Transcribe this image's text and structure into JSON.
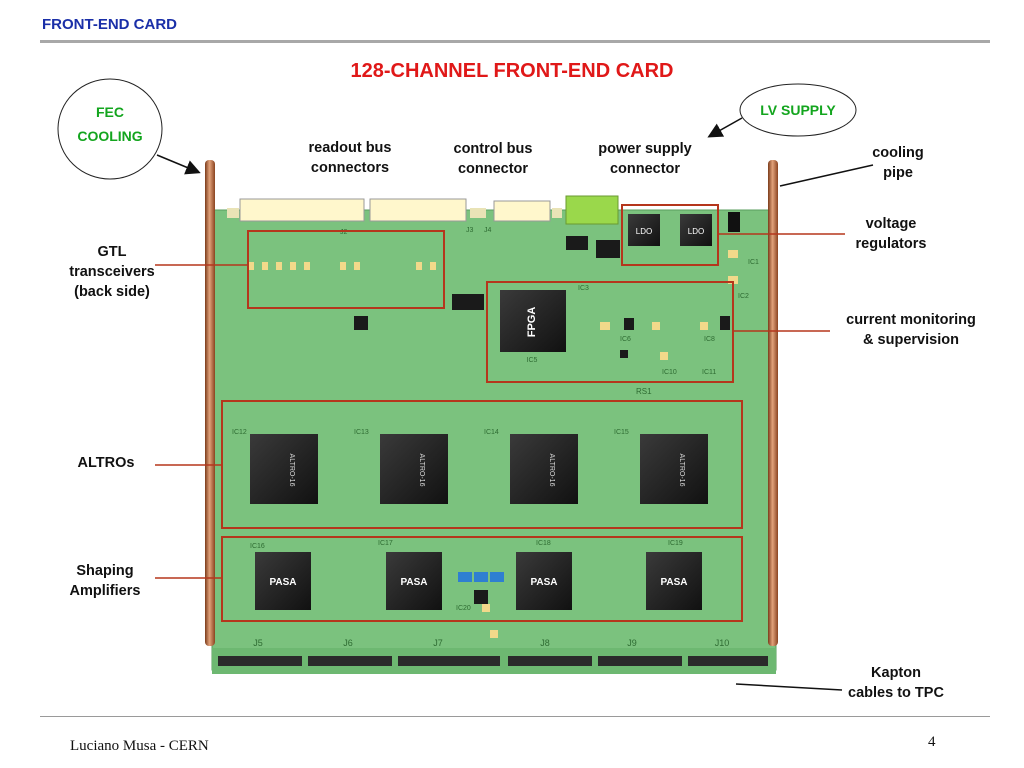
{
  "header": {
    "title": "FRONT-END CARD"
  },
  "slide": {
    "title": "128-CHANNEL FRONT-END CARD"
  },
  "callouts": {
    "fec_cooling": [
      "FEC",
      "COOLING"
    ],
    "lv_supply": "LV SUPPLY",
    "readout_bus": [
      "readout bus",
      "connectors"
    ],
    "control_bus": [
      "control bus",
      "connector"
    ],
    "power_supply": [
      "power supply",
      "connector"
    ],
    "cooling_pipe": [
      "cooling",
      "pipe"
    ],
    "voltage_regulators": [
      "voltage",
      "regulators"
    ],
    "gtl": [
      "GTL",
      "transceivers",
      "(back side)"
    ],
    "current_monitoring": [
      "current monitoring",
      "& supervision"
    ],
    "altros": "ALTROs",
    "shaping": [
      "Shaping",
      "Amplifiers"
    ],
    "kapton": [
      "Kapton",
      "cables to TPC"
    ]
  },
  "board": {
    "fpga_label": "FPGA",
    "fpga_ref": "IC5",
    "ldo_label": "LDO",
    "altro_label": "ALTRO-16",
    "altro_refs": [
      "IC12",
      "IC13",
      "IC14",
      "IC15"
    ],
    "pasa_label": "PASA",
    "pasa_refs": [
      "IC16",
      "IC17",
      "IC18",
      "IC19"
    ],
    "bottom_connectors": [
      "J5",
      "J6",
      "J7",
      "J8",
      "J9",
      "J10"
    ],
    "top_connector_refs": [
      "J2",
      "J3",
      "J4"
    ],
    "ic_refs": [
      "IC1",
      "IC2",
      "IC3",
      "IC6",
      "IC8",
      "IC10",
      "IC11",
      "IC20"
    ],
    "region_label": "RS1"
  },
  "footer": {
    "author": "Luciano Musa - CERN",
    "page": "4"
  },
  "colors": {
    "title_red": "#e01818",
    "header_blue": "#1a2fa8",
    "callout_green": "#13a51e",
    "pcb_green": "#7bc27e",
    "highlight_box": "#b5361c"
  }
}
